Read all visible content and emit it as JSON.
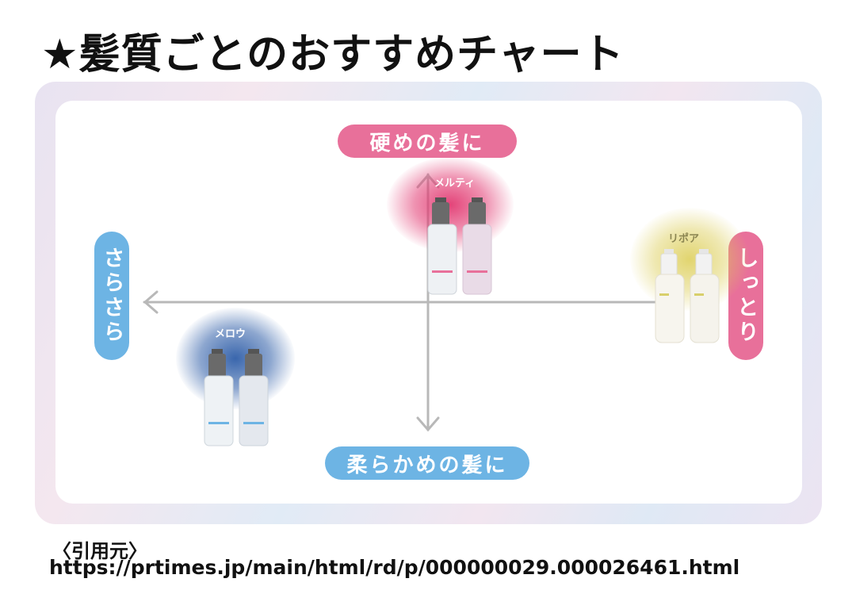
{
  "title": "★髪質ごとのおすすめチャート",
  "axes": {
    "top": "硬めの髪に",
    "bottom": "柔らかめの髪に",
    "left": "さらさら",
    "right": "しっとり"
  },
  "products": [
    {
      "name": "メルティ",
      "glow_color": "#e23a72"
    },
    {
      "name": "リポア",
      "glow_color": "#dccd55"
    },
    {
      "name": "メロウ",
      "glow_color": "#2f5ea8"
    }
  ],
  "colors": {
    "pink": "#e8709a",
    "blue": "#6db4e4",
    "arrow": "#b8b8b8"
  },
  "citation": {
    "label": "〈引用元〉",
    "url": "https://prtimes.jp/main/html/rd/p/000000029.000026461.html"
  }
}
